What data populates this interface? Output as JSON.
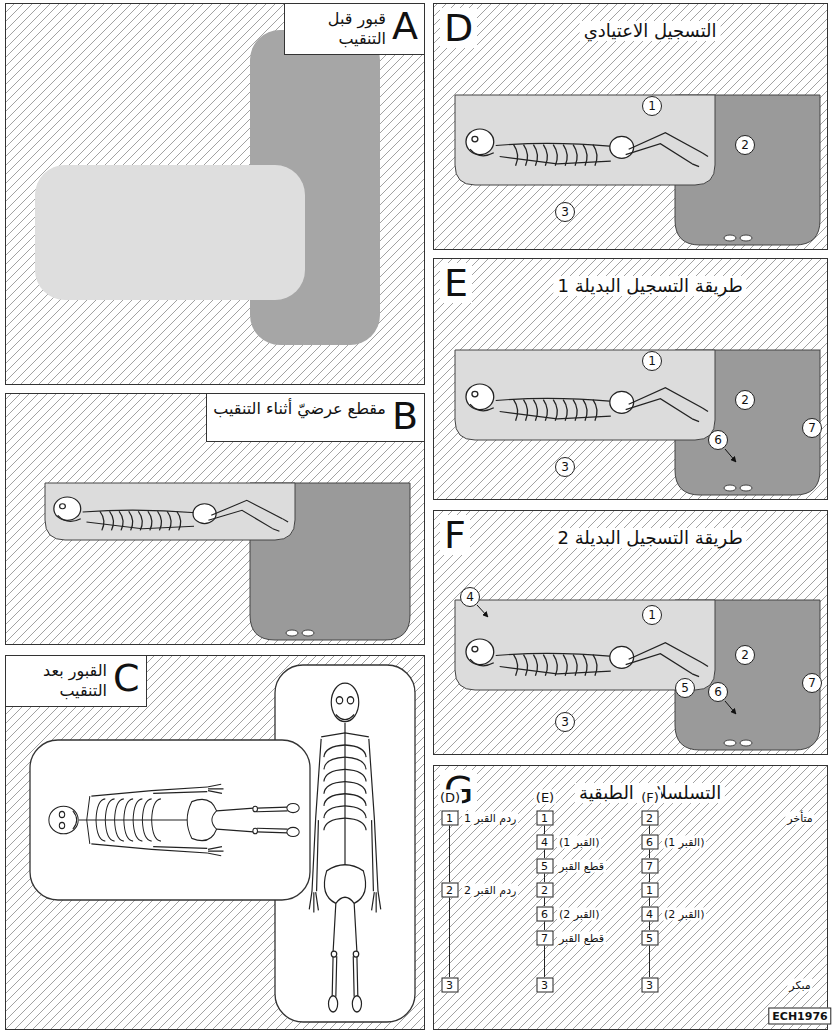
{
  "diagram": {
    "nodes": [
      {
        "text": [
          "A",
          "قبور قبل التنقيب"
        ]
      },
      {
        "text": [
          "B",
          "مقطع عرضيّ أثناء التنقيب"
        ]
      },
      {
        "text": [
          "C",
          "القبور بعد التنقيب"
        ]
      },
      {
        "text": [
          "D",
          "التسجيل الاعتيادي"
        ]
      },
      {
        "text": [
          "E",
          "طريقة التسجيل البديلة 1"
        ]
      },
      {
        "text": [
          "F",
          "طريقة التسجيل البديلة 2"
        ]
      },
      {
        "text": [
          "G",
          "التسلسلات الطبقية"
        ]
      },
      {
        "text": [
          "1"
        ],
        "in": 6
      },
      {
        "text": [
          "2"
        ],
        "in": 6
      },
      {
        "text": [
          "3"
        ],
        "in": 6
      },
      {
        "text": [
          "1"
        ],
        "in": 6
      },
      {
        "text": [
          "4"
        ],
        "in": 6
      },
      {
        "text": [
          "5"
        ],
        "in": 6
      },
      {
        "text": [
          "2"
        ],
        "in": 6
      },
      {
        "text": [
          "6"
        ],
        "in": 6
      },
      {
        "text": [
          "7"
        ],
        "in": 6
      },
      {
        "text": [
          "3"
        ],
        "in": 6
      },
      {
        "text": [
          "2"
        ],
        "in": 6
      },
      {
        "text": [
          "6"
        ],
        "in": 6
      },
      {
        "text": [
          "7"
        ],
        "in": 6
      },
      {
        "text": [
          "1"
        ],
        "in": 6
      },
      {
        "text": [
          "4"
        ],
        "in": 6
      },
      {
        "text": [
          "5"
        ],
        "in": 6
      },
      {
        "text": [
          "3"
        ],
        "in": 6
      }
    ],
    "edges": [
      {
        "from": 7,
        "to": 8,
        "arrow": "none"
      },
      {
        "from": 8,
        "to": 9,
        "arrow": "none"
      },
      {
        "from": 10,
        "to": 11,
        "arrow": "none"
      },
      {
        "from": 11,
        "to": 12,
        "arrow": "none"
      },
      {
        "from": 12,
        "to": 13,
        "arrow": "none"
      },
      {
        "from": 13,
        "to": 14,
        "arrow": "none"
      },
      {
        "from": 14,
        "to": 15,
        "arrow": "none"
      },
      {
        "from": 15,
        "to": 16,
        "arrow": "none"
      },
      {
        "from": 17,
        "to": 18,
        "arrow": "none"
      },
      {
        "from": 18,
        "to": 19,
        "arrow": "none"
      },
      {
        "from": 19,
        "to": 20,
        "arrow": "none"
      },
      {
        "from": 20,
        "to": 21,
        "arrow": "none"
      },
      {
        "from": 21,
        "to": 22,
        "arrow": "none"
      },
      {
        "from": 22,
        "to": 23,
        "arrow": "none"
      }
    ],
    "labels": [
      "1",
      "2",
      "3",
      "1",
      "2",
      "6",
      "3",
      "7",
      "4",
      "1",
      "2",
      "5",
      "6",
      "3",
      "7",
      "(D)",
      "(E)",
      "(F)",
      "متأخر",
      "ردم القبر 1",
      "(القبر 1)",
      "(القبر 1)",
      "قطع القبر",
      "ردم القبر 2",
      "(القبر 2)",
      "(القبر 2)",
      "قطع القبر",
      "مبكر",
      "ECH1976"
    ]
  }
}
